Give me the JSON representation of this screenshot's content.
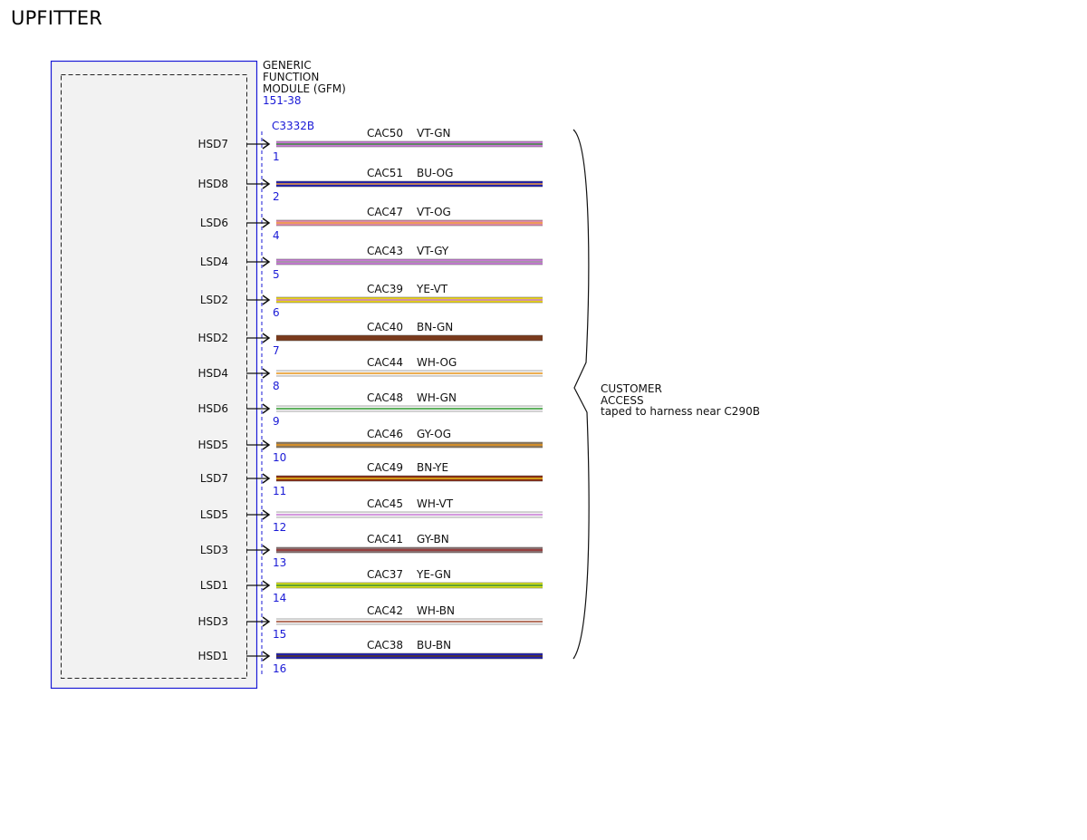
{
  "page": {
    "title": "UPFITTER"
  },
  "module": {
    "name_lines": [
      "GENERIC",
      "FUNCTION",
      "MODULE (GFM)"
    ],
    "ref": "151-38",
    "connector": "C3332B",
    "box_color": "#1a1ad6"
  },
  "note": {
    "lines": [
      "CUSTOMER",
      "ACCESS",
      "taped to harness near C290B"
    ]
  },
  "wires": [
    {
      "pin_label": "HSD7",
      "pin": "1",
      "circuit": "CAC50",
      "color_code": "VT-GN",
      "base": "#c87ad6",
      "stripe": "#3a8a3a"
    },
    {
      "pin_label": "HSD8",
      "pin": "2",
      "circuit": "CAC51",
      "color_code": "BU-OG",
      "base": "#1f1fb0",
      "stripe": "#f0a040"
    },
    {
      "pin_label": "LSD6",
      "pin": "4",
      "circuit": "CAC47",
      "color_code": "VT-OG",
      "base": "#e08aa8",
      "stripe": "#f0a040"
    },
    {
      "pin_label": "LSD4",
      "pin": "5",
      "circuit": "CAC43",
      "color_code": "VT-GY",
      "base": "#c87ad6",
      "stripe": "#9a9a9a"
    },
    {
      "pin_label": "LSD2",
      "pin": "6",
      "circuit": "CAC39",
      "color_code": "YE-VT",
      "base": "#e8d21a",
      "stripe": "#c87ad6"
    },
    {
      "pin_label": "HSD2",
      "pin": "7",
      "circuit": "CAC40",
      "color_code": "BN-GN",
      "base": "#7a3b1c",
      "stripe": "#7a3b1c"
    },
    {
      "pin_label": "HSD4",
      "pin": "8",
      "circuit": "CAC44",
      "color_code": "WH-OG",
      "base": "#f6f6f6",
      "stripe": "#e8951a"
    },
    {
      "pin_label": "HSD6",
      "pin": "9",
      "circuit": "CAC48",
      "color_code": "WH-GN",
      "base": "#f6f6f6",
      "stripe": "#2e9a2e"
    },
    {
      "pin_label": "HSD5",
      "pin": "10",
      "circuit": "CAC46",
      "color_code": "GY-OG",
      "base": "#8f7a5a",
      "stripe": "#e8951a"
    },
    {
      "pin_label": "LSD7",
      "pin": "11",
      "circuit": "CAC49",
      "color_code": "BN-YE",
      "base": "#8a2a10",
      "stripe": "#e8c21a"
    },
    {
      "pin_label": "LSD5",
      "pin": "12",
      "circuit": "CAC45",
      "color_code": "WH-VT",
      "base": "#f6f6f6",
      "stripe": "#c87ad6"
    },
    {
      "pin_label": "LSD3",
      "pin": "13",
      "circuit": "CAC41",
      "color_code": "GY-BN",
      "base": "#8a6e6e",
      "stripe": "#9a3030"
    },
    {
      "pin_label": "LSD1",
      "pin": "14",
      "circuit": "CAC37",
      "color_code": "YE-GN",
      "base": "#d6e21a",
      "stripe": "#3a8a3a"
    },
    {
      "pin_label": "HSD3",
      "pin": "15",
      "circuit": "CAC42",
      "color_code": "WH-BN",
      "base": "#f6f6f6",
      "stripe": "#a04a30"
    },
    {
      "pin_label": "HSD1",
      "pin": "16",
      "circuit": "CAC38",
      "color_code": "BU-BN",
      "base": "#1f1fb0",
      "stripe": "#5a3a1c"
    }
  ]
}
